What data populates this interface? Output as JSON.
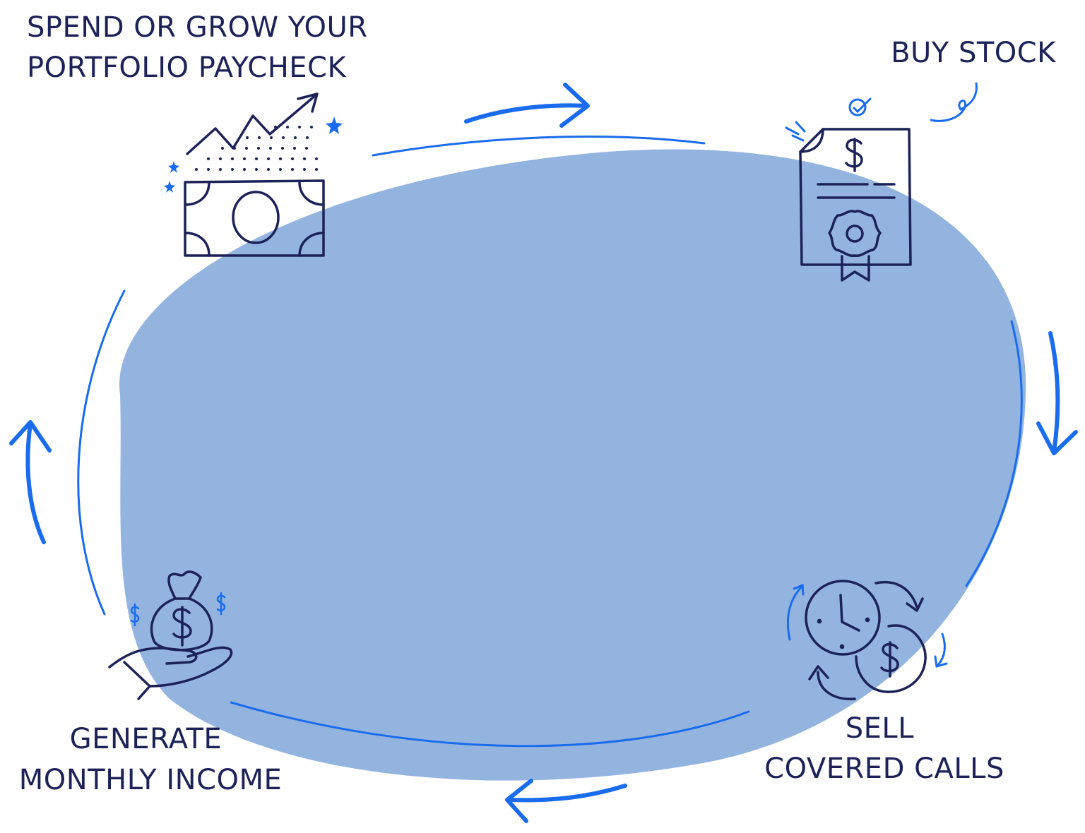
{
  "diagram": {
    "steps": [
      {
        "id": "buy-stock",
        "lines": [
          "BUY STOCK"
        ]
      },
      {
        "id": "sell-covered-calls",
        "lines": [
          "SELL",
          "COVERED CALLS"
        ]
      },
      {
        "id": "generate-income",
        "lines": [
          "GENERATE",
          "MONTHLY INCOME"
        ]
      },
      {
        "id": "spend-or-grow",
        "lines": [
          "SPEND OR GROW YOUR",
          "PORTFOLIO PAYCHECK"
        ]
      }
    ],
    "icons": {
      "buy_stock": "stock-certificate-icon",
      "sell_calls": "clock-coin-cycle-icon",
      "income": "hand-money-bag-icon",
      "spend_grow": "banknote-growth-chart-icon"
    },
    "colors": {
      "blob": "#94b4e0",
      "accent": "#1a6cef",
      "ink": "#1c2257",
      "background": "#ffffff"
    }
  }
}
